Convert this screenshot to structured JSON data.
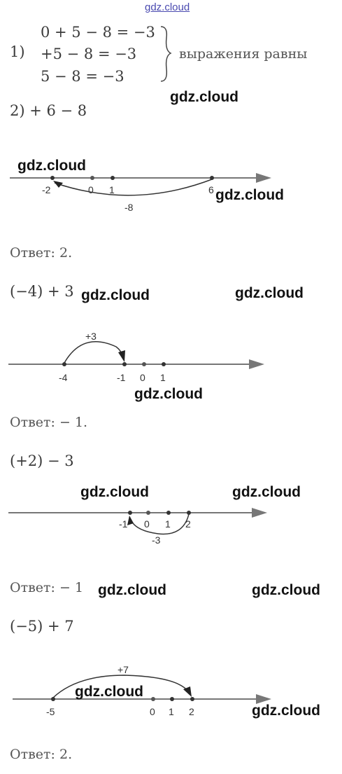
{
  "header": {
    "watermark": "gdz.cloud"
  },
  "part1": {
    "number": "1)",
    "lines": [
      "0 + 5 − 8 = −3",
      "+5 − 8 = −3",
      "5 − 8 = −3"
    ],
    "note": "выражения равны"
  },
  "part2": {
    "expression": "2) + 6 − 8"
  },
  "numberline1": {
    "labels": [
      "-2",
      "0",
      "1",
      "6"
    ],
    "jump": "-8"
  },
  "answer1": "Ответ: 2.",
  "expr2": "(−4) + 3",
  "numberline2": {
    "labels": [
      "-4",
      "-1",
      "0",
      "1"
    ],
    "jump": "+3"
  },
  "answer2": "Ответ:  − 1.",
  "expr3": "(+2) − 3",
  "numberline3": {
    "labels": [
      "-1",
      "0",
      "1",
      "2"
    ],
    "jump": "-3"
  },
  "answer3": "Ответ:  − 1",
  "expr4": "(−5) + 7",
  "numberline4": {
    "labels": [
      "-5",
      "0",
      "1",
      "2"
    ],
    "jump": "+7"
  },
  "answer4": "Ответ: 2.",
  "watermarks": [
    "gdz.cloud",
    "gdz.cloud",
    "gdz.cloud",
    "gdz.cloud",
    "gdz.cloud",
    "gdz.cloud",
    "gdz.cloud",
    "gdz.cloud",
    "gdz.cloud",
    "gdz.cloud",
    "gdz.cloud",
    "gdz.cloud"
  ]
}
